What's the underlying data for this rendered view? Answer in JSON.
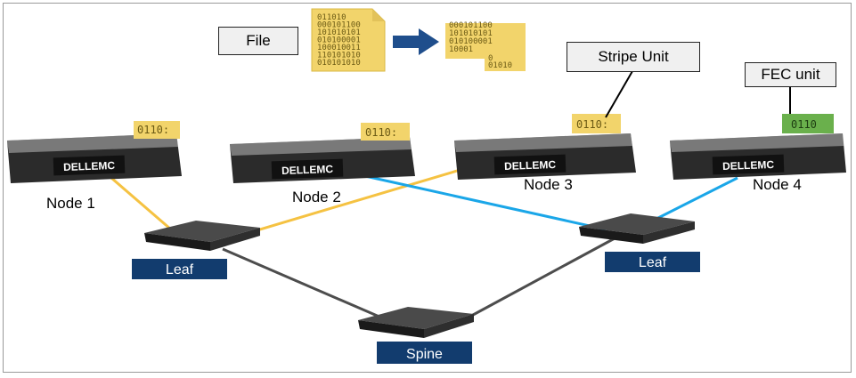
{
  "labels": {
    "file": "File",
    "stripe_unit": "Stripe Unit",
    "fec_unit": "FEC unit"
  },
  "nodes": [
    {
      "label": "Node 1",
      "brand": "DELLEMC",
      "unit_text": "0110:"
    },
    {
      "label": "Node 2",
      "brand": "DELLEMC",
      "unit_text": "0110:"
    },
    {
      "label": "Node 3",
      "brand": "DELLEMC",
      "unit_text": "0110:"
    },
    {
      "label": "Node 4",
      "brand": "DELLEMC",
      "unit_text": "0110"
    }
  ],
  "switches": {
    "leaf_left": "Leaf",
    "leaf_right": "Leaf",
    "spine": "Spine"
  },
  "colors": {
    "yellow_link": "#f5c242",
    "blue_link": "#1aa6e8",
    "gray_link": "#4d4d4d",
    "data_block": "#f2d46b",
    "fec_block": "#6ab04c",
    "label_bg": "#123c6e",
    "arrow": "#1f4e8c"
  },
  "file_icon": {
    "lines": [
      "011010",
      "000101100",
      "101010101",
      "010100001",
      "100010011",
      "110101010",
      "010101010"
    ]
  },
  "split_blocks": {
    "top_lines": [
      "000101100",
      "101010101",
      "010100001",
      "10001"
    ],
    "bottom_lines": [
      "0",
      "01010"
    ]
  }
}
